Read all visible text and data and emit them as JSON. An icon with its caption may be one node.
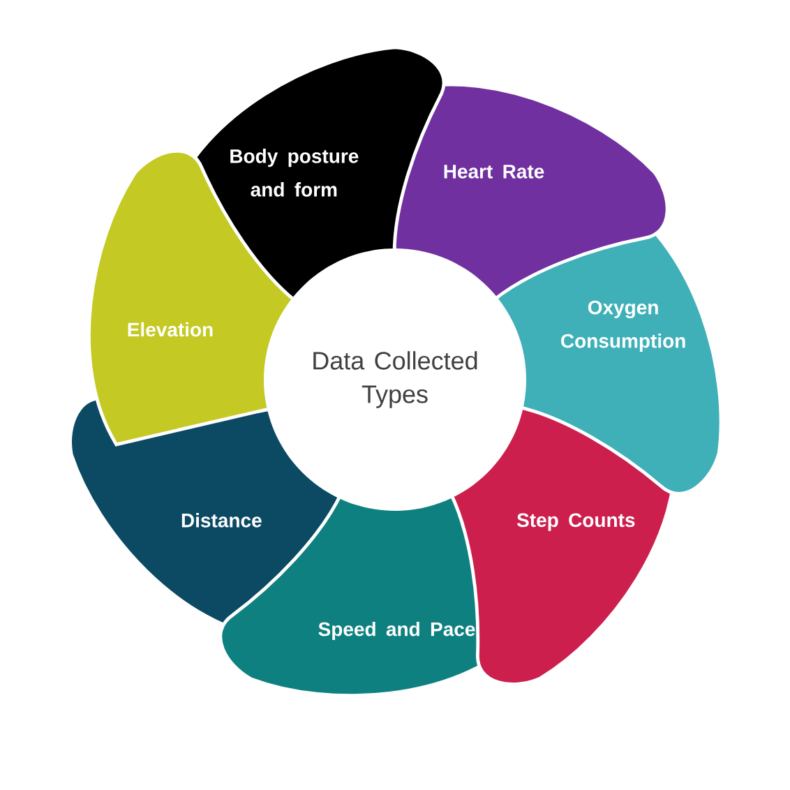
{
  "diagram": {
    "nodes": [
      {
        "text": [
          "Data Collected Types"
        ]
      },
      {
        "text": [
          "Body posture and form"
        ]
      },
      {
        "text": [
          "Heart Rate"
        ]
      },
      {
        "text": [
          "Oxygen Consumption"
        ]
      },
      {
        "text": [
          "Step Counts"
        ]
      },
      {
        "text": [
          "Speed and Pace"
        ]
      },
      {
        "text": [
          "Distance"
        ]
      },
      {
        "text": [
          "Elevation"
        ]
      }
    ]
  }
}
